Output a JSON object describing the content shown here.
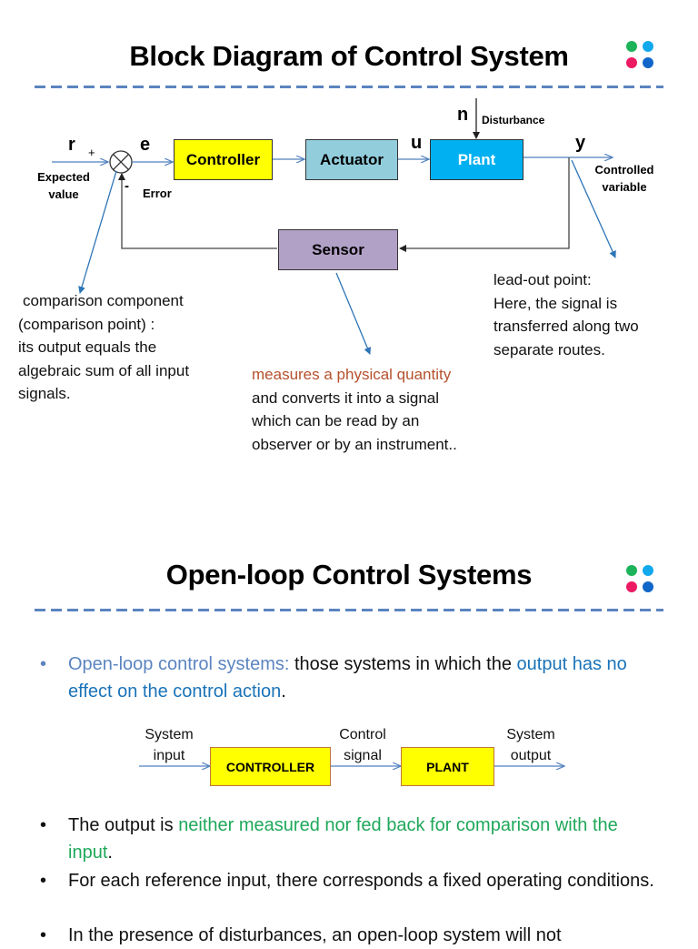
{
  "slide1": {
    "title": "Block Diagram of Control System",
    "logo_colors": [
      "#1db35a",
      "#12a9ec",
      "#ec1a62",
      "#1066c9"
    ],
    "diagram": {
      "signals": {
        "r": "r",
        "e": "e",
        "u": "u",
        "y": "y",
        "n": "n",
        "plus": "+",
        "minus": "-"
      },
      "labels": {
        "expected_value": "Expected value",
        "error": "Error",
        "disturbance": "Disturbance",
        "controlled_variable": "Controlled variable"
      },
      "blocks": {
        "controller": {
          "label": "Controller",
          "color": "#ffff00"
        },
        "actuator": {
          "label": "Actuator",
          "color": "#92cddc"
        },
        "plant": {
          "label": "Plant",
          "color": "#00b0f0"
        },
        "sensor": {
          "label": "Sensor",
          "color": "#b2a1c7"
        }
      }
    },
    "notes": {
      "comparison": [
        "comparison component",
        "(comparison point) :",
        "its output equals the",
        "algebraic sum of all input",
        "signals."
      ],
      "leadout": [
        "lead-out point:",
        "Here, the signal is",
        "transferred along two",
        "separate routes."
      ],
      "sensor_highlight": "measures a physical quantity",
      "sensor_rest": [
        "and converts it into a signal",
        "which can be read by an",
        "observer or by an instrument.."
      ]
    }
  },
  "slide2": {
    "title": "Open-loop Control Systems",
    "logo_colors": [
      "#1db35a",
      "#12a9ec",
      "#ec1a62",
      "#1066c9"
    ],
    "bullets": [
      {
        "parts": [
          {
            "text": "Open-loop control systems:",
            "color": "#5b84c0"
          },
          {
            "text": " those systems in which the ",
            "color": "#111111"
          },
          {
            "text": "output has no effect on the control action",
            "color": "#1a73b8"
          },
          {
            "text": ".",
            "color": "#111111"
          }
        ]
      },
      {
        "parts": [
          {
            "text": "The output is ",
            "color": "#111111"
          },
          {
            "text": "neither measured nor fed back for comparison with the input",
            "color": "#1fa85a"
          },
          {
            "text": ".",
            "color": "#111111"
          }
        ]
      },
      {
        "parts": [
          {
            "text": "For each reference input, there corresponds a fixed operating conditions.",
            "color": "#111111"
          }
        ]
      },
      {
        "parts": [
          {
            "text": "In the presence of disturbances, an open-loop system will not",
            "color": "#111111"
          }
        ]
      }
    ],
    "diagram": {
      "system_input": [
        "System",
        "input"
      ],
      "control_signal": [
        "Control",
        "signal"
      ],
      "system_output": [
        "System",
        "output"
      ],
      "controller": "CONTROLLER",
      "plant": "PLANT"
    }
  }
}
